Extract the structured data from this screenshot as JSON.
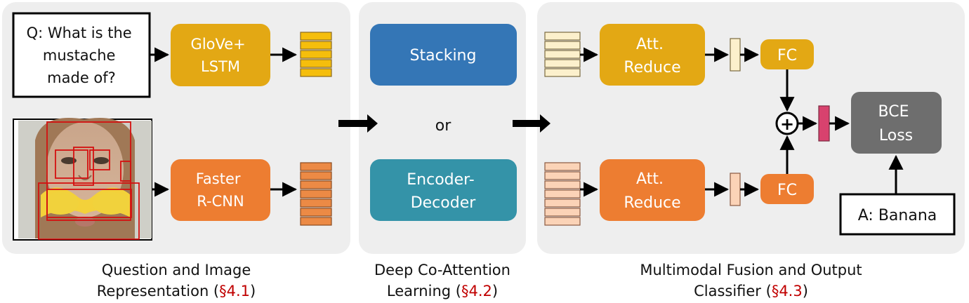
{
  "panels": {
    "p1": {
      "question": [
        "Q: What is the",
        "mustache",
        "made of?"
      ],
      "glove": [
        "GloVe+",
        "LSTM"
      ],
      "faster": [
        "Faster",
        "R-CNN"
      ],
      "photo": "face-with-banana-mustache-photo"
    },
    "p2": {
      "stacking": "Stacking",
      "or": "or",
      "encdec": [
        "Encoder-",
        "Decoder"
      ]
    },
    "p3": {
      "att_reduce": [
        "Att.",
        "Reduce"
      ],
      "fc": "FC",
      "plus": "+",
      "bce": [
        "BCE",
        "Loss"
      ],
      "answer": "A: Banana"
    }
  },
  "captions": {
    "c1": {
      "line1": "Question and Image",
      "line2_pre": "Representation (",
      "ref": "§4.1",
      "line2_post": ")"
    },
    "c2": {
      "line1": "Deep Co-Attention",
      "line2_pre": "Learning (",
      "ref": "§4.2",
      "line2_post": ")"
    },
    "c3": {
      "line1": "Multimodal Fusion and Output",
      "line2_pre": "Classifier (",
      "ref": "§4.3",
      "line2_post": ")"
    }
  },
  "colors": {
    "panel_bg": "#eeeeee",
    "yellow": "#e3a814",
    "yellow_token": "#f5be0c",
    "orange": "#ed7d31",
    "orange_token": "#ec8a45",
    "blue": "#3476b6",
    "teal": "#3493a8",
    "gray": "#6e6e6e",
    "light_yellow": "#fcf0cc",
    "light_orange": "#fbd3b7",
    "pink": "#d8426e",
    "ref_red": "#c00000"
  }
}
